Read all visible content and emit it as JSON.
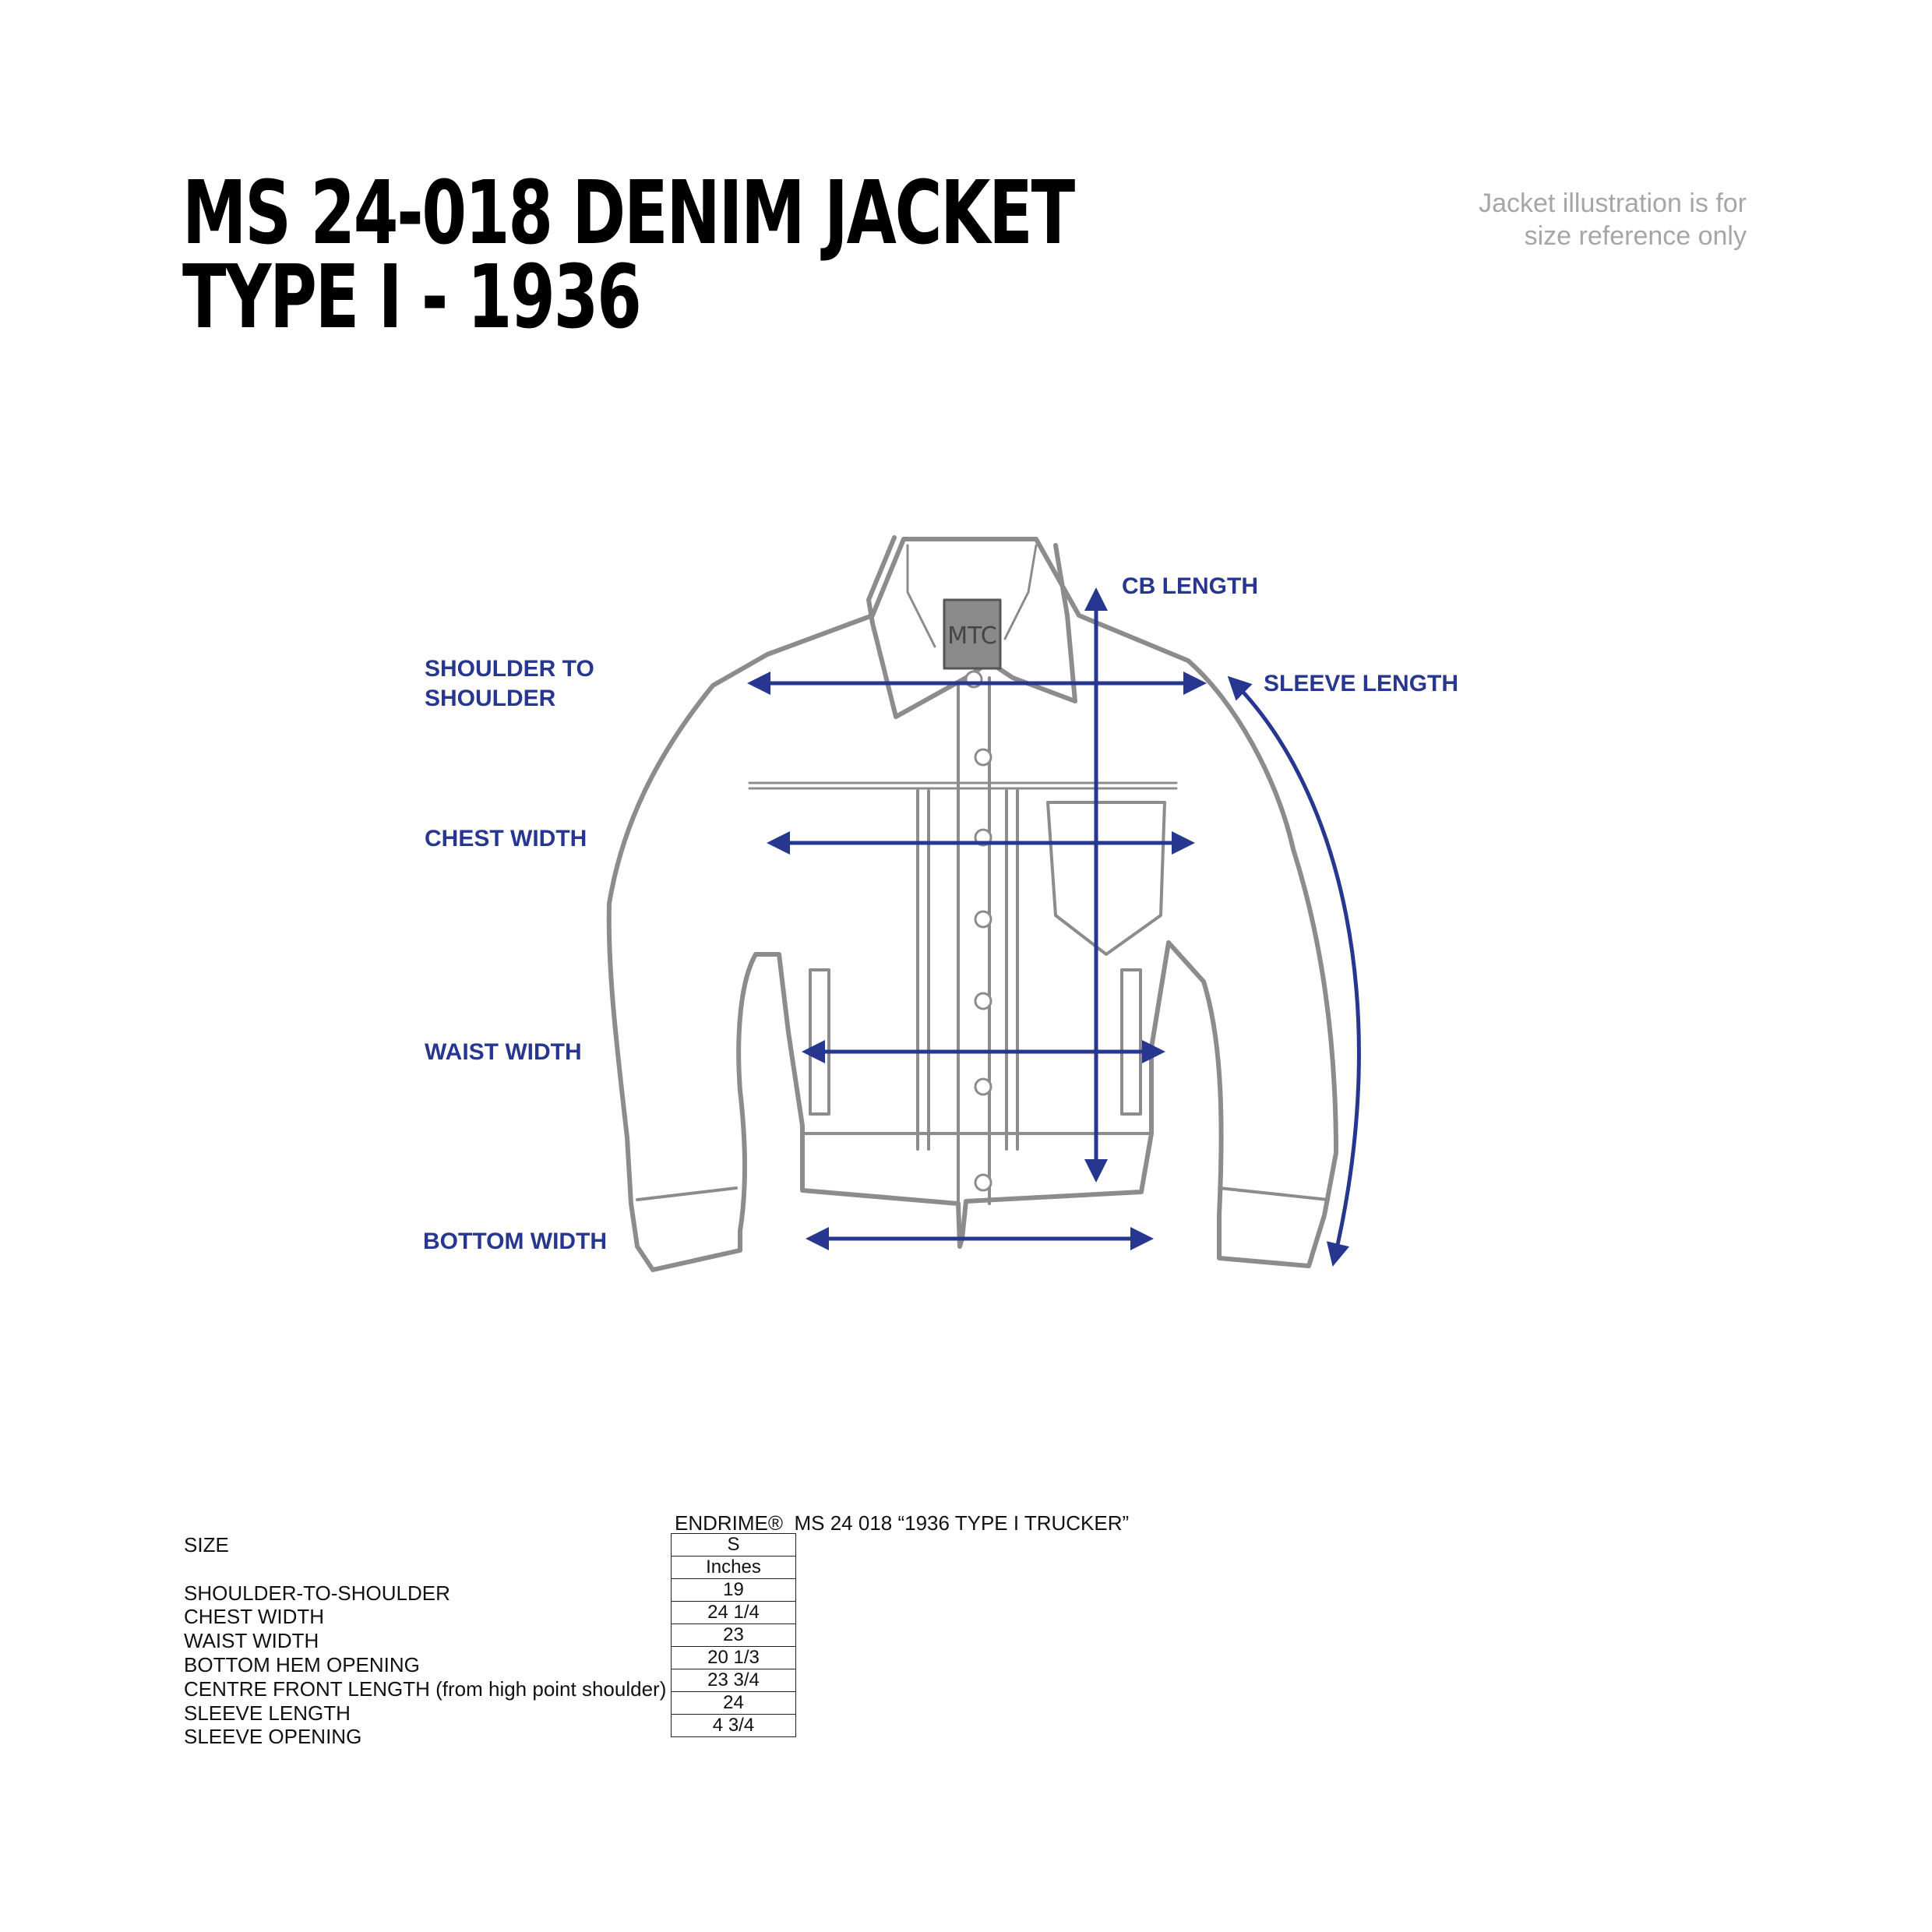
{
  "header": {
    "title_line1": "MS 24-018 DENIM JACKET",
    "title_line2": "TYPE I - 1936",
    "note_line1": "Jacket illustration is for",
    "note_line2": "size reference only"
  },
  "diagram": {
    "labels": {
      "shoulder_line1": "SHOULDER TO",
      "shoulder_line2": "SHOULDER",
      "chest": "CHEST WIDTH",
      "waist": "WAIST WIDTH",
      "bottom": "BOTTOM WIDTH",
      "cb_length": "CB LENGTH",
      "sleeve_length": "SLEEVE LENGTH"
    },
    "colors": {
      "arrow": "#27378f",
      "outline": "#8c8c8c"
    },
    "logo_letters": "MTC"
  },
  "spec": {
    "heading": "ENDRIME®  MS 24 018 “1936 TYPE I TRUCKER”",
    "size_label": "SIZE",
    "size_value": "S",
    "unit": "Inches",
    "rows": [
      {
        "label": "SHOULDER-TO-SHOULDER",
        "value": "19"
      },
      {
        "label": "CHEST WIDTH",
        "value": "24 1/4"
      },
      {
        "label": "WAIST WIDTH",
        "value": "23"
      },
      {
        "label": "BOTTOM HEM OPENING",
        "value": "20 1/3"
      },
      {
        "label": "CENTRE FRONT LENGTH (from high point shoulder)",
        "value": "23 3/4"
      },
      {
        "label": "SLEEVE LENGTH",
        "value": "24"
      },
      {
        "label": "SLEEVE OPENING",
        "value": "4 3/4"
      }
    ]
  }
}
